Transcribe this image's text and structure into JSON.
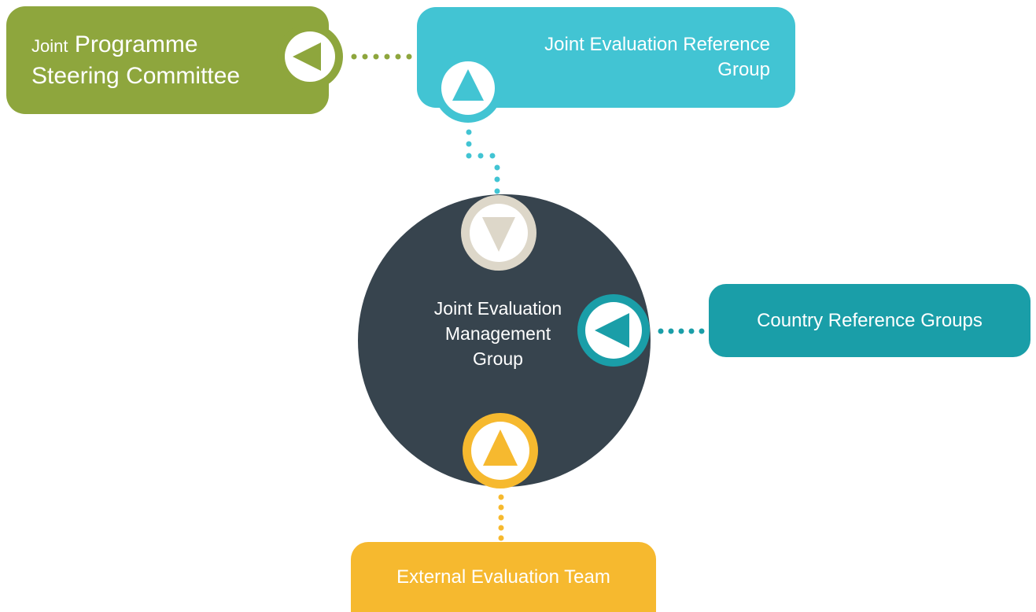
{
  "nodes": {
    "steering": {
      "line1_small": "Joint",
      "line1_rest": " Programme",
      "line2": "Steering Committee",
      "color": "#8ea63d"
    },
    "reference": {
      "line1": "Joint Evaluation Reference",
      "line2": "Group",
      "color": "#42c4d3"
    },
    "management": {
      "line1": "Joint Evaluation",
      "line2": "Management",
      "line3": "Group",
      "color": "#37444e"
    },
    "country": {
      "label": "Country Reference Groups",
      "color": "#1a9ea8"
    },
    "team": {
      "label": "External Evaluation Team",
      "color": "#f6b92f"
    }
  },
  "connector_colors": {
    "green": "#8ea63d",
    "cyan": "#42c4d3",
    "teal": "#1a9ea8",
    "yellow": "#f6b92f",
    "beige": "#ddd7c9"
  }
}
